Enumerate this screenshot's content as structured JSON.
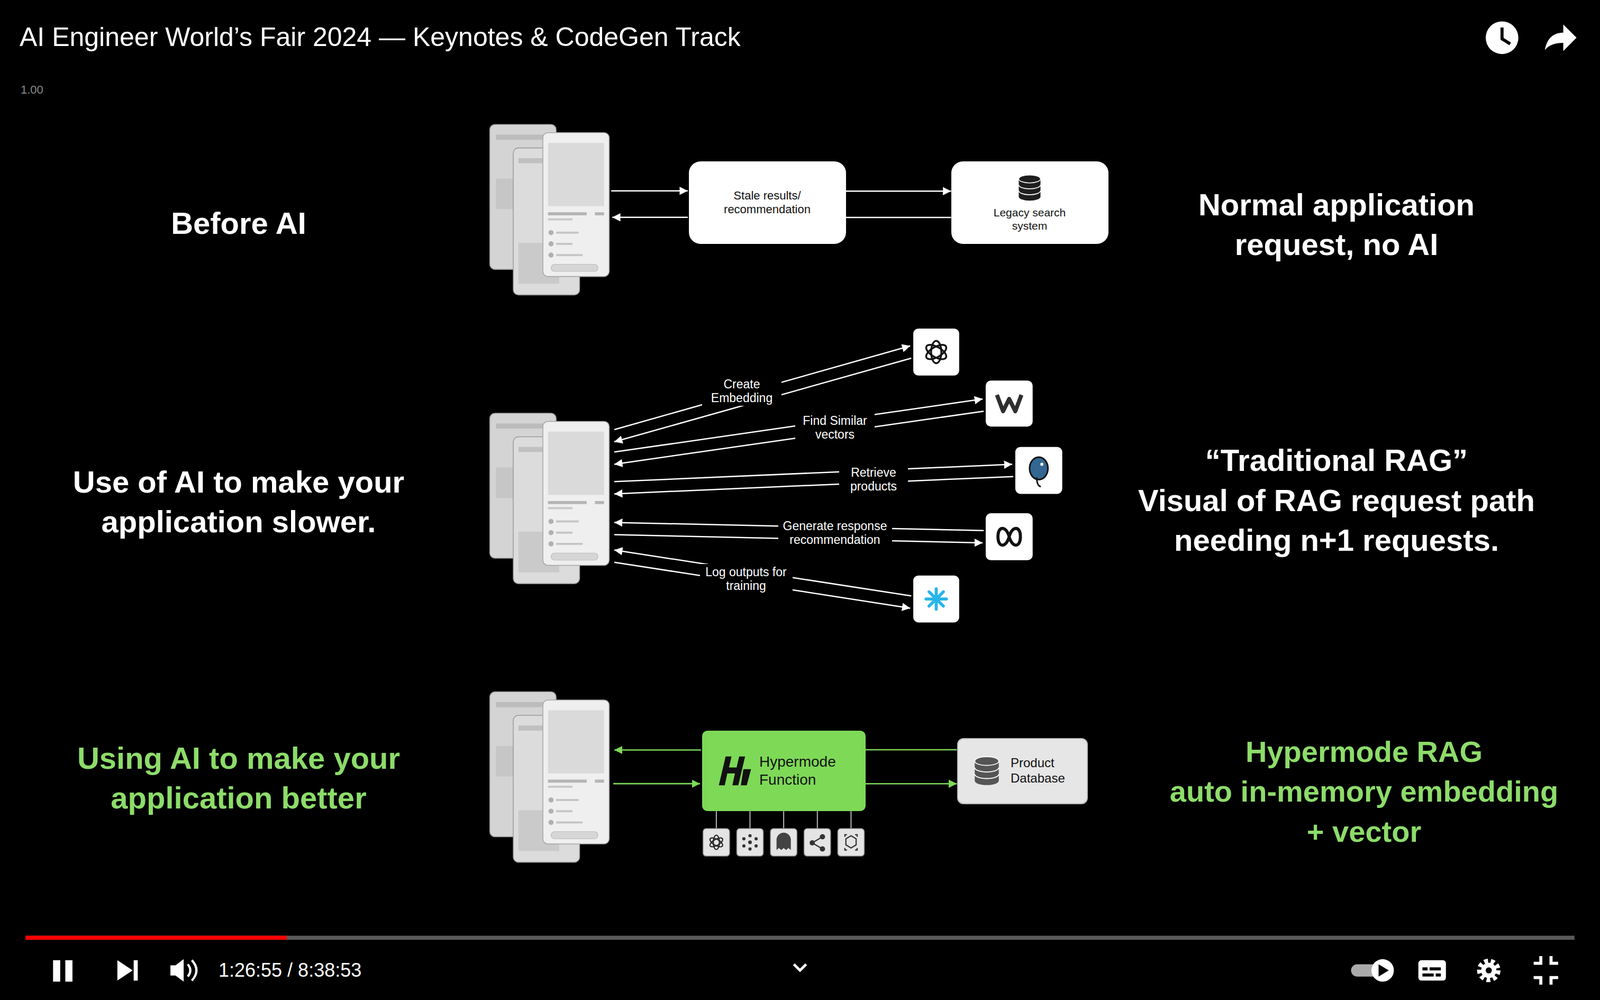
{
  "diagram": {
    "title": "AI Engineer World’s Fair 2024 — Keynotes & CodeGen Track",
    "nodes": [
      {
        "text": [
          "Stale results/ recommendation"
        ]
      },
      {
        "text": [
          "Legacy search system"
        ]
      },
      {
        "text": [
          "Hypermode Function"
        ]
      },
      {
        "text": [
          "Product Database"
        ]
      }
    ],
    "edges": [
      {
        "from": 0,
        "to": 1,
        "arrow": "to"
      },
      {
        "from": 1,
        "to": 0,
        "arrow": "none"
      },
      {
        "from": 3,
        "to": 2,
        "arrow": "none"
      },
      {
        "from": 2,
        "to": 3,
        "arrow": "to"
      }
    ],
    "labels": [
      "1.00",
      "Before AI",
      "Normal application request, no AI",
      "Use of AI to make your application slower.",
      "“Traditional RAG”",
      "Visual of RAG request path needing n+1 requests.",
      "Create Embedding",
      "Find Similar vectors",
      "Retrieve products",
      "Generate response recommendation",
      "Log outputs for training",
      "Using AI to make your application better",
      "Hypermode RAG",
      "auto in-memory embedding + vector",
      "1:26:55 / 8:38:53"
    ]
  }
}
